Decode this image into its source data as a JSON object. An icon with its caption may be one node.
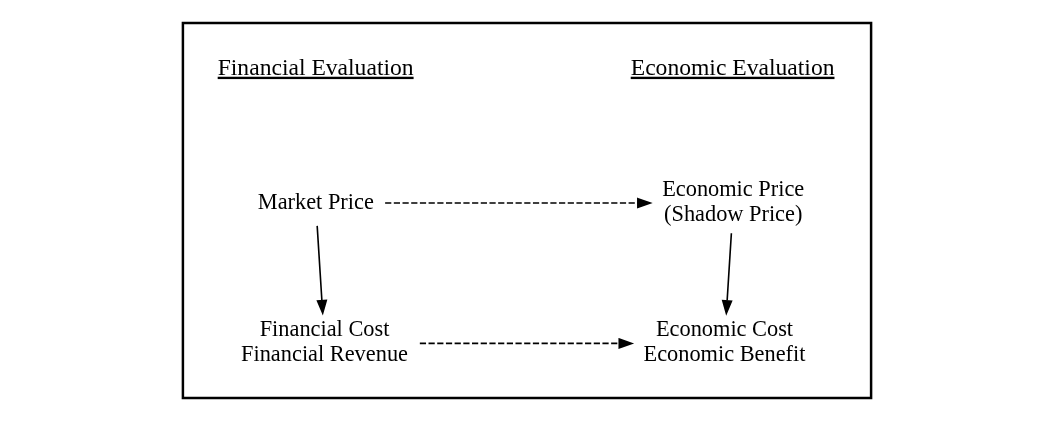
{
  "diagram": {
    "nodes": [
      {
        "text": [],
        "shape": "box"
      },
      {
        "text": [
          "Market Price"
        ],
        "in": 0
      },
      {
        "text": [
          "Economic Price (Shadow Price)"
        ],
        "in": 0
      },
      {
        "text": [
          "Financial Cost",
          "Financial Revenue"
        ],
        "in": 0
      },
      {
        "text": [
          "Economic Cost",
          "Economic Benefit"
        ],
        "in": 0
      }
    ],
    "edges": [
      {
        "from": 1,
        "to": 2,
        "arrow": "to",
        "style": "dashed"
      },
      {
        "from": 1,
        "to": 3,
        "arrow": "to"
      },
      {
        "from": 2,
        "to": 4,
        "arrow": "to"
      },
      {
        "from": 3,
        "to": 4,
        "arrow": "to",
        "style": "dashed"
      }
    ],
    "labels": [
      "Financial Evaluation",
      "Economic Evaluation"
    ]
  }
}
